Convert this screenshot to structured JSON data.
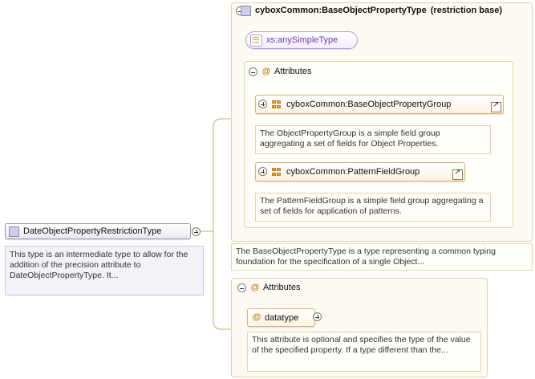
{
  "diagram": {
    "root": {
      "label": "DateObjectPropertyRestrictionType",
      "annotation": "This type is an intermediate type to allow for the addition of the precision attribute to DateObjectPropertyType. It...",
      "expander": "plus"
    },
    "base_container": {
      "header": {
        "name": "cyboxCommon:BaseObjectPropertyType",
        "suffix": "(restriction base)",
        "collapse": "minus"
      },
      "simple_type": "xs:anySimpleType",
      "attributes_section": {
        "label": "Attributes",
        "collapse": "minus",
        "at_symbol": "@",
        "groups": [
          {
            "name": "cyboxCommon:BaseObjectPropertyGroup",
            "expander": "plus",
            "link": "external-link-icon",
            "description": "The ObjectPropertyGroup is a simple field group aggregating a set of fields for Object Properties."
          },
          {
            "name": "cyboxCommon:PatternFieldGroup",
            "expander": "plus",
            "link": "external-link-icon",
            "description": "The PatternFieldGroup is a simple field group aggregating a set of fields for application of patterns."
          }
        ]
      },
      "description": "The BaseObjectPropertyType is a type representing a common typing foundation for the specification of a single Object..."
    },
    "bottom_container": {
      "attributes_section": {
        "label": "Attributes",
        "collapse": "minus",
        "at_symbol": "@"
      },
      "attribute": {
        "name": "datatype",
        "at_symbol": "@",
        "expander": "plus",
        "description": "This attribute is optional and specifies the type of the value of the specified property. If a type different than the..."
      }
    },
    "colors": {
      "container_border": "#e2cfa8",
      "container_bg": "#fdfaf4",
      "node_bg": "#e8e8f2",
      "simple_type_text": "#6a3fa0",
      "at_symbol": "#c27d1a"
    }
  }
}
